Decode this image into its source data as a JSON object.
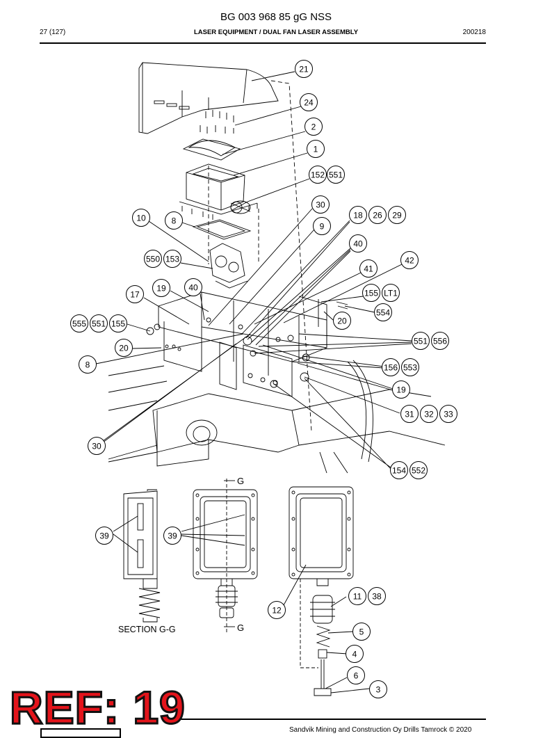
{
  "header": {
    "doc_number": "BG 003 968 85 gG NSS",
    "page": "27 (127)",
    "title": "LASER EQUIPMENT / DUAL FAN LASER ASSEMBLY",
    "date_code": "200218"
  },
  "section": {
    "label": "SECTION G-G",
    "cut_mark": "G"
  },
  "callouts": {
    "c21": "21",
    "c24": "24",
    "c2": "2",
    "c1": "1",
    "c152": "152",
    "c551a": "551",
    "c30a": "30",
    "c9": "9",
    "c18": "18",
    "c26": "26",
    "c29": "29",
    "c10": "10",
    "c8a": "8",
    "c40a": "40",
    "c550": "550",
    "c153": "153",
    "c41": "41",
    "c42": "42",
    "c19a": "19",
    "c40b": "40",
    "c17": "17",
    "c155a": "155",
    "cLT1": "LT1",
    "c554": "554",
    "c20a": "20",
    "c555": "555",
    "c551b": "551",
    "c155b": "155",
    "c551c": "551",
    "c556": "556",
    "c20b": "20",
    "c8b": "8",
    "c156": "156",
    "c553": "553",
    "c19b": "19",
    "c31": "31",
    "c32": "32",
    "c33": "33",
    "c30b": "30",
    "c154": "154",
    "c552": "552",
    "c39a": "39",
    "c39b": "39",
    "c11": "11",
    "c38": "38",
    "c12": "12",
    "c5": "5",
    "c4": "4",
    "c6": "6",
    "c3": "3"
  },
  "stamp": {
    "text": "REF: 19"
  },
  "footer": {
    "text": "Sandvik Mining and Construction Oy Drills Tamrock © 2020"
  }
}
